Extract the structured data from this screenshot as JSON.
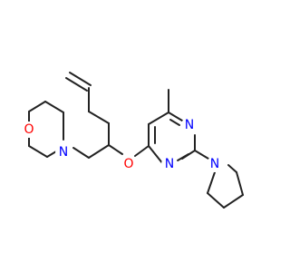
{
  "molecule": {
    "atoms": {
      "o_morpholine": {
        "label": "O",
        "color": "#ff0000"
      },
      "n_morpholine": {
        "label": "N",
        "color": "#0000ff"
      },
      "o_ether": {
        "label": "O",
        "color": "#ff0000"
      },
      "n_pyrimidine_top": {
        "label": "N",
        "color": "#0000ff"
      },
      "n_pyrimidine_bottom": {
        "label": "N",
        "color": "#0000ff"
      },
      "n_pyrrolidine": {
        "label": "N",
        "color": "#0000ff"
      }
    },
    "bond_color": "#222222",
    "background": "#ffffff"
  }
}
